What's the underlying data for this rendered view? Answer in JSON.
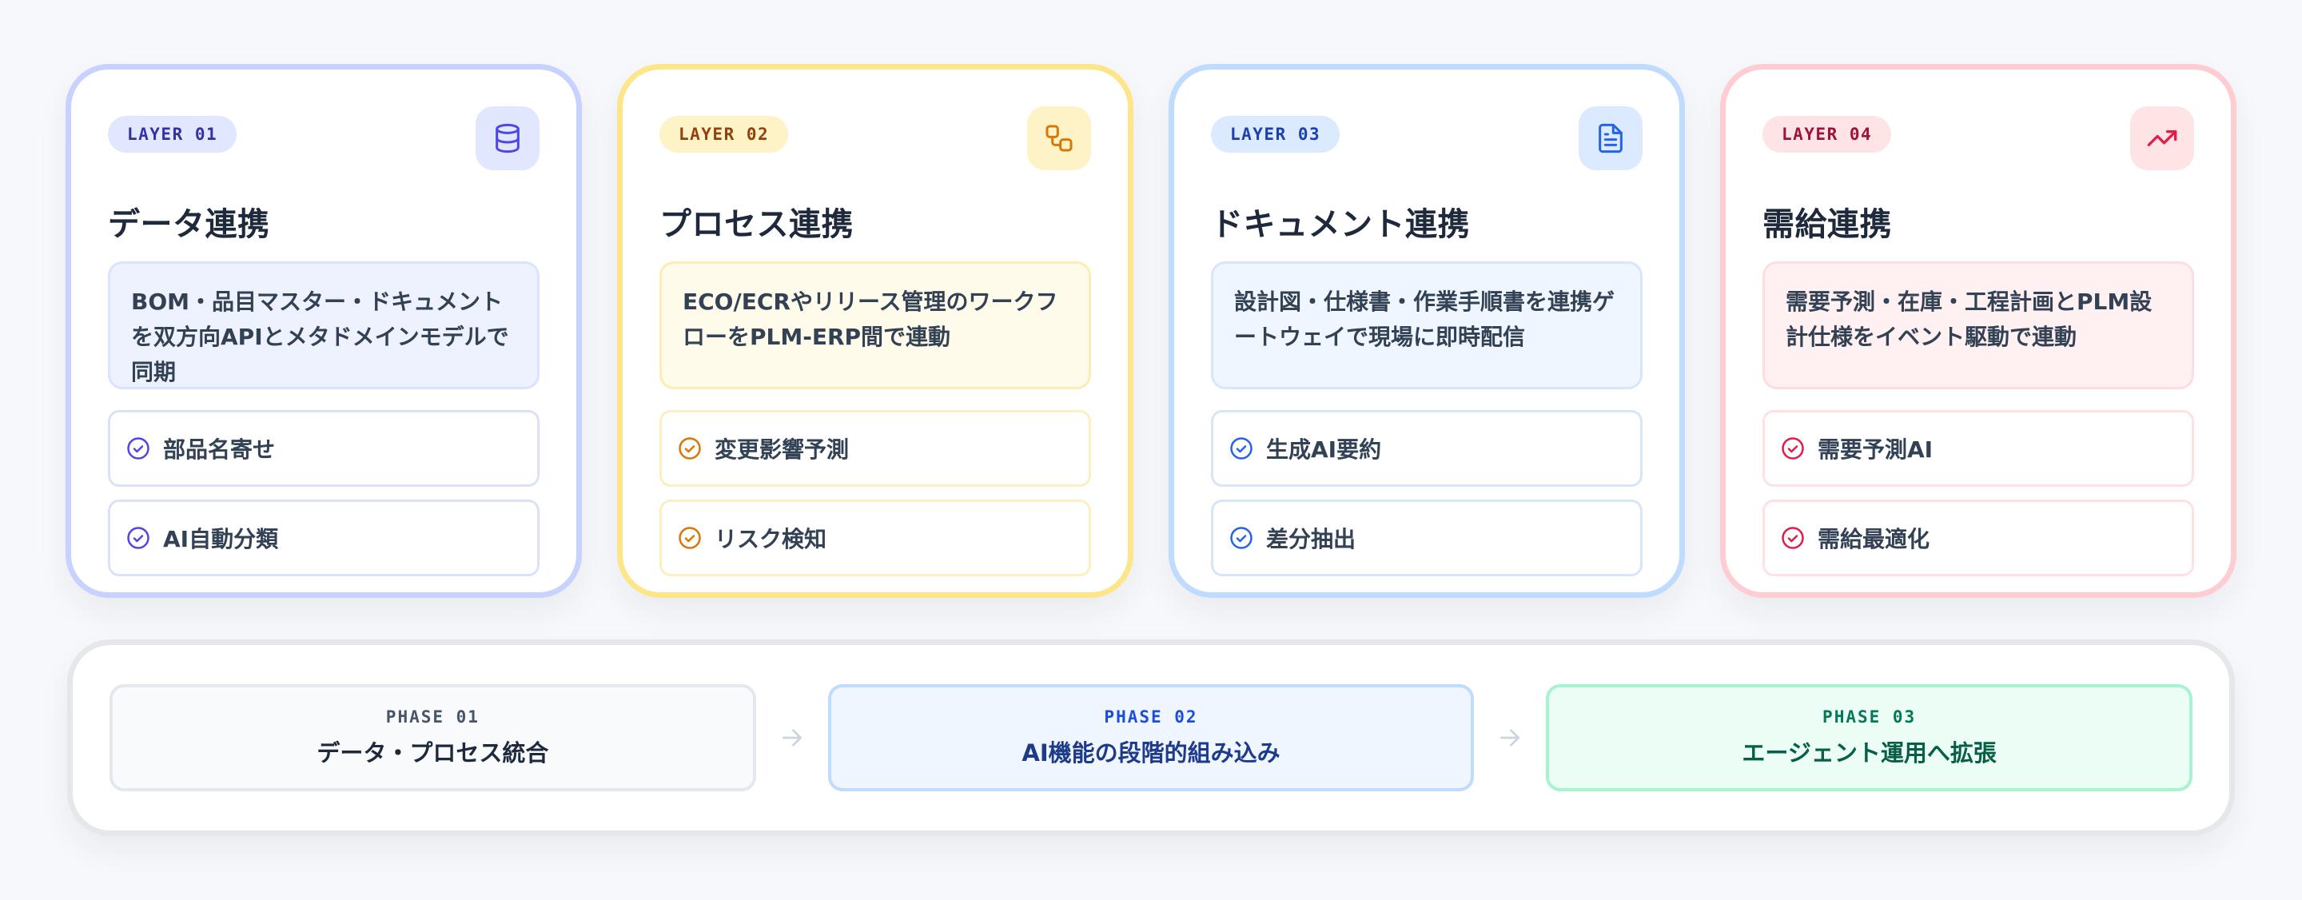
{
  "layers": [
    {
      "badge": "LAYER 01",
      "title": "データ連携",
      "icon": "database-icon",
      "description": "BOM・品目マスター・ドキュメントを双方向APIとメタドメインモデルで同期",
      "features": [
        "部品名寄せ",
        "AI自動分類"
      ],
      "accent": "#4f46e5"
    },
    {
      "badge": "LAYER 02",
      "title": "プロセス連携",
      "icon": "workflow-icon",
      "description": "ECO/ECRやリリース管理のワークフローをPLM-ERP間で連動",
      "features": [
        "変更影響予測",
        "リスク検知"
      ],
      "accent": "#d97706"
    },
    {
      "badge": "LAYER 03",
      "title": "ドキュメント連携",
      "icon": "document-icon",
      "description": "設計図・仕様書・作業手順書を連携ゲートウェイで現場に即時配信",
      "features": [
        "生成AI要約",
        "差分抽出"
      ],
      "accent": "#2563eb"
    },
    {
      "badge": "LAYER 04",
      "title": "需給連携",
      "icon": "trending-up-icon",
      "description": "需要予測・在庫・工程計画とPLM設計仕様をイベント駆動で連動",
      "features": [
        "需要予測AI",
        "需給最適化"
      ],
      "accent": "#e11d48"
    }
  ],
  "phases": [
    {
      "tag": "PHASE 01",
      "title": "データ・プロセス統合",
      "color": "#475569"
    },
    {
      "tag": "PHASE 02",
      "title": "AI機能の段階的組み込み",
      "color": "#1d4ed8"
    },
    {
      "tag": "PHASE 03",
      "title": "エージェント運用へ拡張",
      "color": "#047857"
    }
  ]
}
